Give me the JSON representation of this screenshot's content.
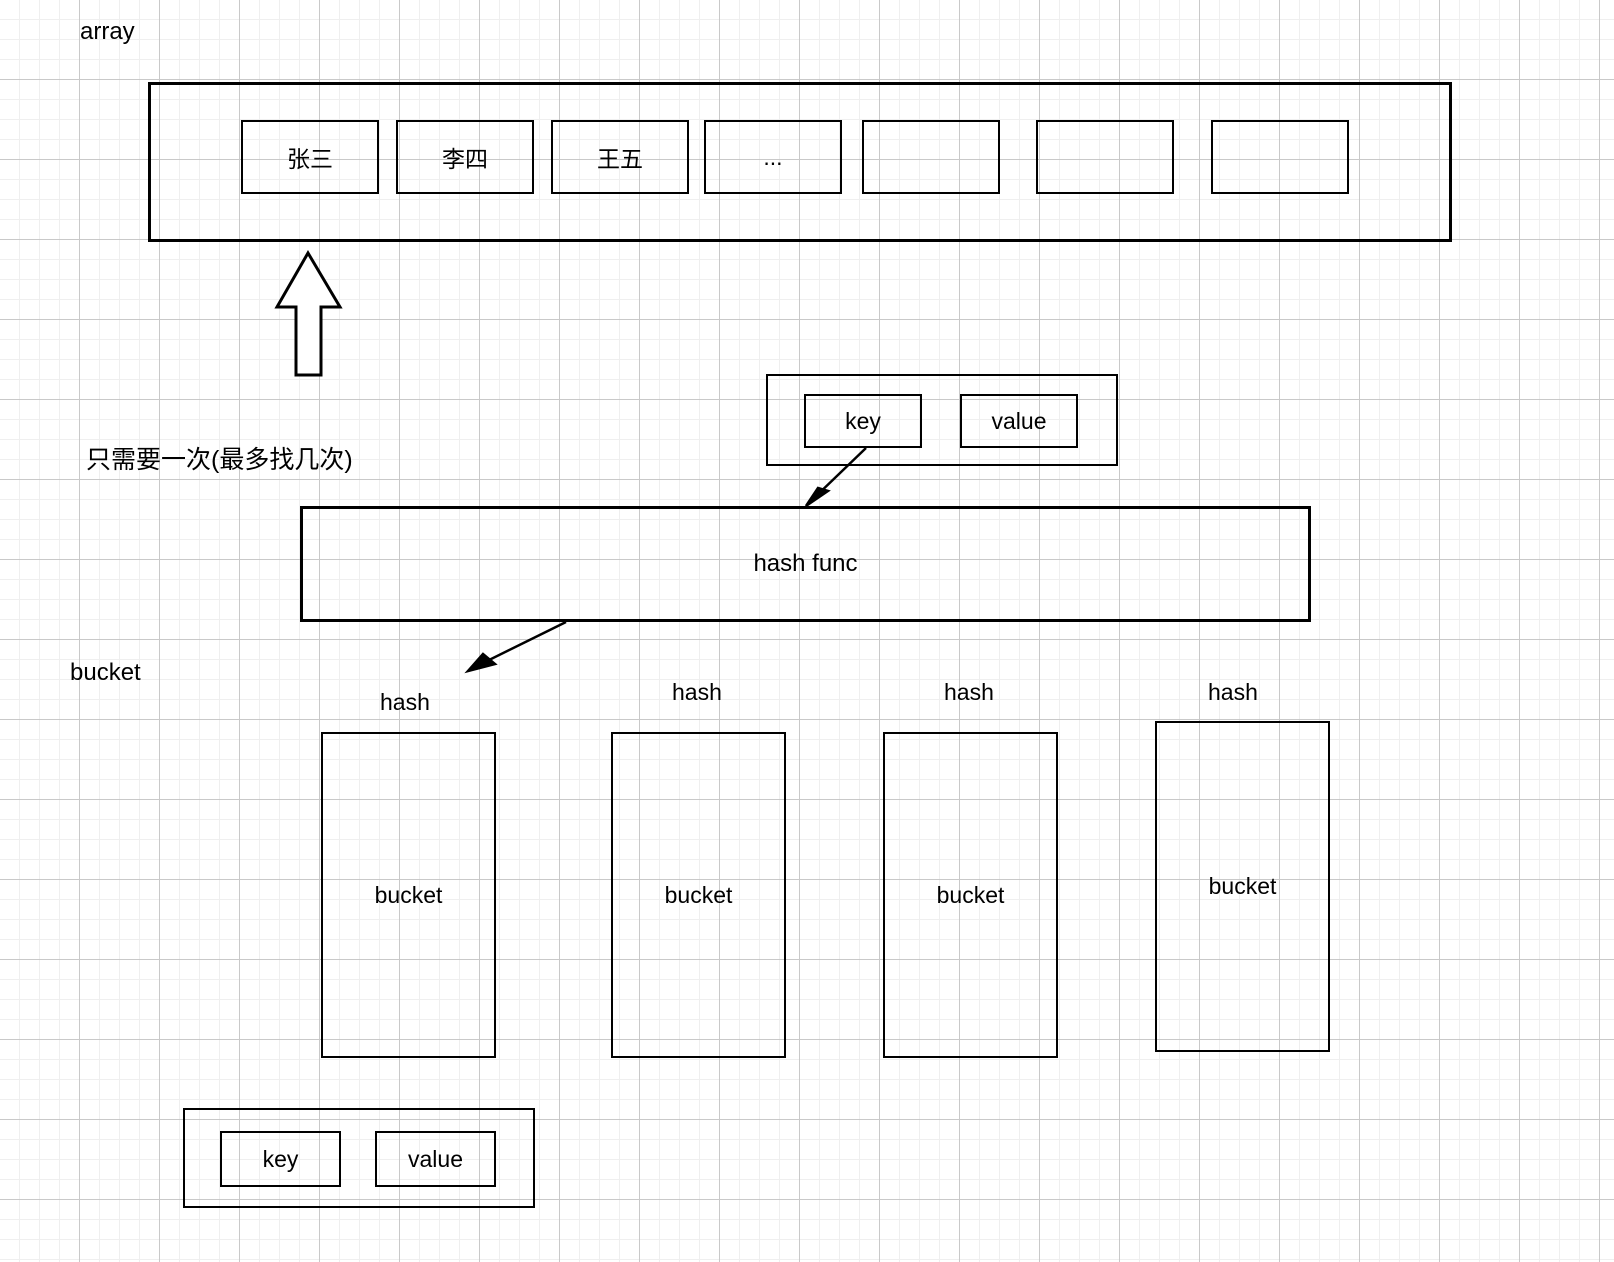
{
  "diagram": {
    "title_labels": {
      "array": "array",
      "bucket": "bucket",
      "note": "只需要一次(最多找几次)"
    },
    "array_section": {
      "label": "array",
      "cells": [
        {
          "text": "张三"
        },
        {
          "text": "李四"
        },
        {
          "text": "王五"
        },
        {
          "text": "..."
        },
        {
          "text": ""
        },
        {
          "text": ""
        },
        {
          "text": ""
        }
      ]
    },
    "arrow_note": "只需要一次(最多找几次)",
    "kv_top": {
      "key_label": "key",
      "value_label": "value"
    },
    "hash_func": {
      "label": "hash func"
    },
    "buckets_section": {
      "side_label": "bucket",
      "buckets": [
        {
          "hash_label": "hash",
          "body_label": "bucket"
        },
        {
          "hash_label": "hash",
          "body_label": "bucket"
        },
        {
          "hash_label": "hash",
          "body_label": "bucket"
        },
        {
          "hash_label": "hash",
          "body_label": "bucket"
        }
      ]
    },
    "kv_bottom": {
      "key_label": "key",
      "value_label": "value"
    },
    "colors": {
      "stroke": "#000000",
      "background": "#ffffff",
      "grid_minor": "#efefef",
      "grid_major": "#c9c9c9"
    }
  }
}
